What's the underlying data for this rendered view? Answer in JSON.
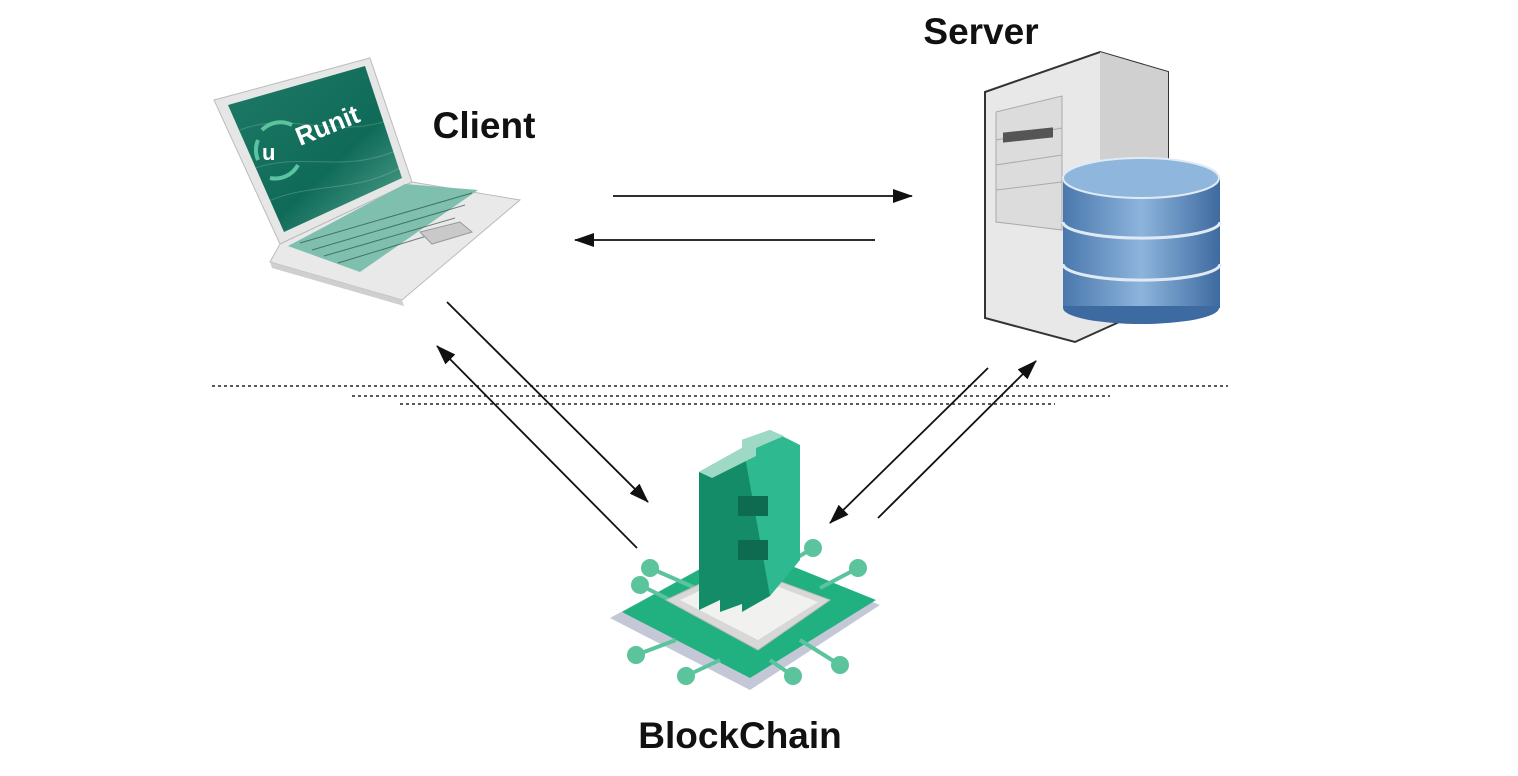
{
  "nodes": {
    "client": {
      "label": "Client",
      "screen_logo": "uRunit"
    },
    "server": {
      "label": "Server"
    },
    "blockchain": {
      "label": "BlockChain"
    }
  },
  "colors": {
    "accent_green": "#21b07f",
    "dark_green": "#0f6b58",
    "db_blue": "#5f8fc4",
    "arrow": "#111111"
  },
  "edges": [
    {
      "from": "client",
      "to": "server"
    },
    {
      "from": "server",
      "to": "client"
    },
    {
      "from": "client",
      "to": "blockchain"
    },
    {
      "from": "blockchain",
      "to": "client"
    },
    {
      "from": "server",
      "to": "blockchain"
    },
    {
      "from": "blockchain",
      "to": "server"
    }
  ]
}
